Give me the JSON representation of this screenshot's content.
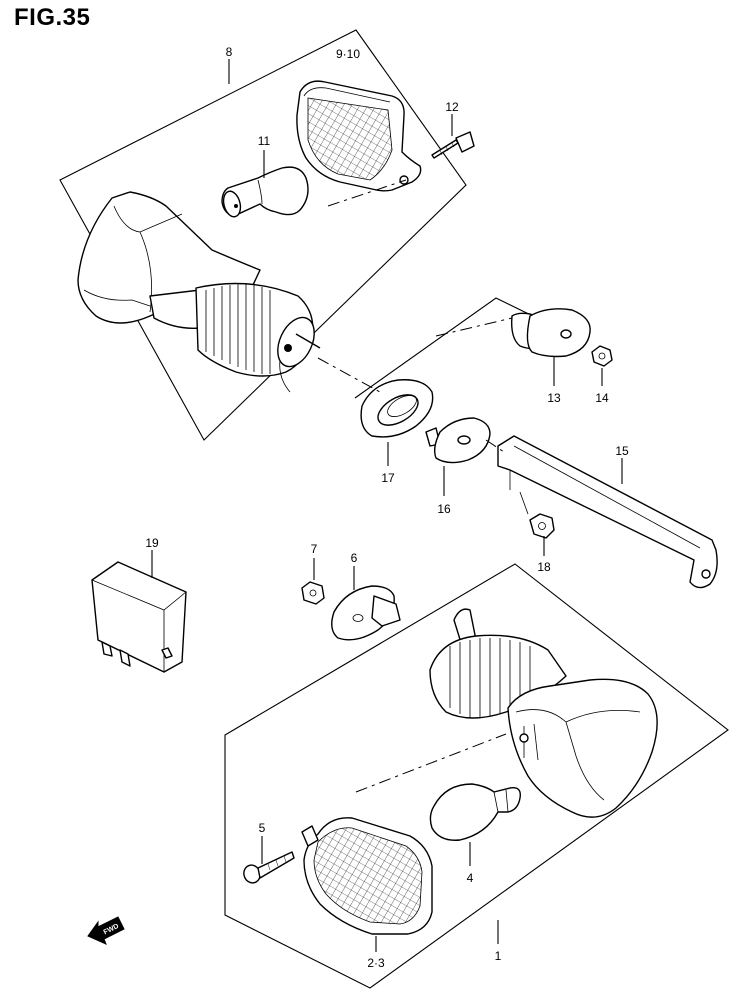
{
  "figure": {
    "title": "FIG.35"
  },
  "callouts": {
    "c1": "1",
    "c2": "2·3",
    "c4": "4",
    "c5": "5",
    "c6": "6",
    "c7": "7",
    "c8": "8",
    "c9": "9·10",
    "c11": "11",
    "c12": "12",
    "c13": "13",
    "c14": "14",
    "c15": "15",
    "c16": "16",
    "c17": "17",
    "c18": "18",
    "c19": "19"
  },
  "direction": {
    "fwd_label": "FWD"
  }
}
